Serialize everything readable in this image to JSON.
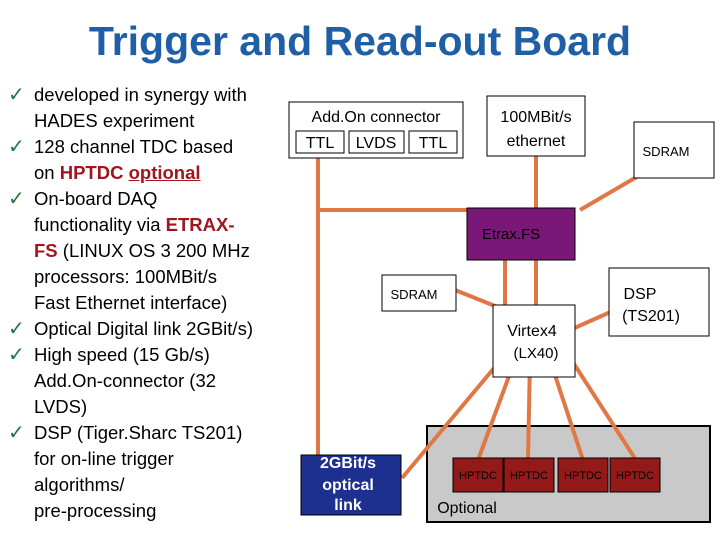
{
  "title": "Trigger and Read-out Board",
  "bullets": [
    {
      "lines": [
        "developed in synergy with",
        "HADES experiment"
      ]
    },
    {
      "lines": [
        "128 channel TDC based"
      ],
      "tail": {
        "pre": "on ",
        "hl": "HPTDC",
        "sp": " ",
        "ul": "optional"
      }
    },
    {
      "lines": [
        "On-board DAQ"
      ],
      "tail2": {
        "pre": "functionality via ",
        "hl1": "ETRAX-",
        "hl2": "FS",
        "post": "  (LINUX OS 3 200 MHz"
      },
      "after": [
        "processors: 100MBit/s",
        "Fast Ethernet interface)"
      ]
    },
    {
      "lines": [
        "Optical Digital link 2GBit/s)"
      ]
    },
    {
      "lines": [
        "High speed (15 Gb/s)",
        "Add.On-connector (32",
        "LVDS)"
      ]
    },
    {
      "lines": [
        "DSP (Tiger.Sharc TS201)",
        "for on-line trigger",
        "algorithms/",
        "pre-processing"
      ]
    }
  ],
  "diagram": {
    "addon": {
      "title": "Add.On connector",
      "ttl1": "TTL",
      "lvds": "LVDS",
      "ttl2": "TTL"
    },
    "ethernet": "100MBit/s\nethernet",
    "sdram_top": "SDRAM",
    "etrax": "Etrax.FS",
    "sdram_mid": "SDRAM",
    "dsp": "DSP\n(TS201)",
    "virtex": "Virtex4\n(LX40)",
    "optical": "2GBit/s\noptical\nlink",
    "hptdc": [
      "HPTDC",
      "HPTDC",
      "HPTDC",
      "HPTDC"
    ],
    "optional": "Optional",
    "colors": {
      "line": "#e07845",
      "etrax_fill": "#7a1878",
      "optical_fill": "#1d2f8f",
      "grey_fill": "#c9c9c9",
      "hptdc_fill": "#941a1a",
      "title": "#1f5fa6"
    }
  }
}
